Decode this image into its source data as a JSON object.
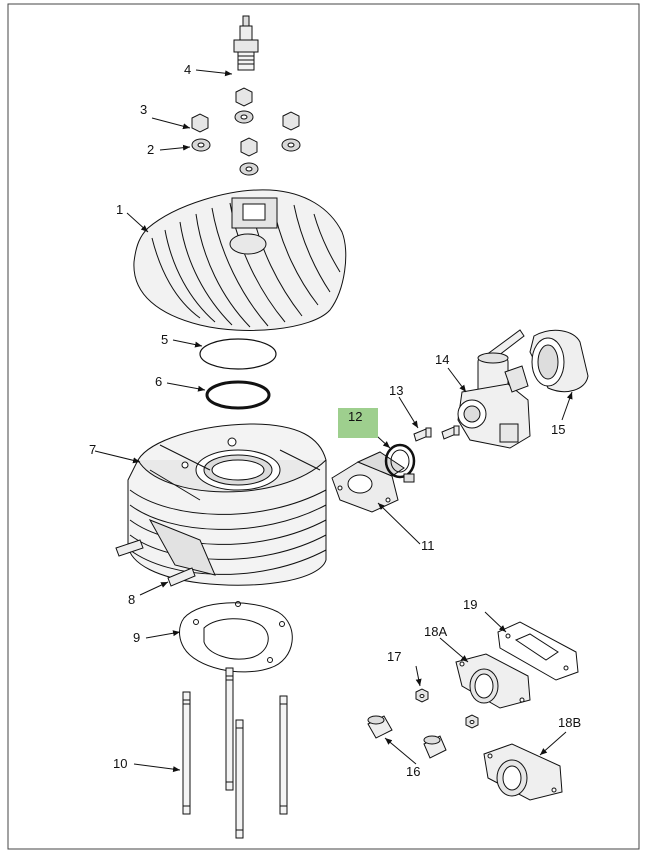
{
  "diagram": {
    "labels": {
      "p1": "1",
      "p2": "2",
      "p3": "3",
      "p4": "4",
      "p5": "5",
      "p6": "6",
      "p7": "7",
      "p8": "8",
      "p9": "9",
      "p10": "10",
      "p11": "11",
      "p12": "12",
      "p13": "13",
      "p14": "14",
      "p15": "15",
      "p16": "16",
      "p17": "17",
      "p18a": "18A",
      "p18b": "18B",
      "p19": "19"
    },
    "highlighted_part": "12",
    "highlight_color": "#9ecf8e"
  }
}
